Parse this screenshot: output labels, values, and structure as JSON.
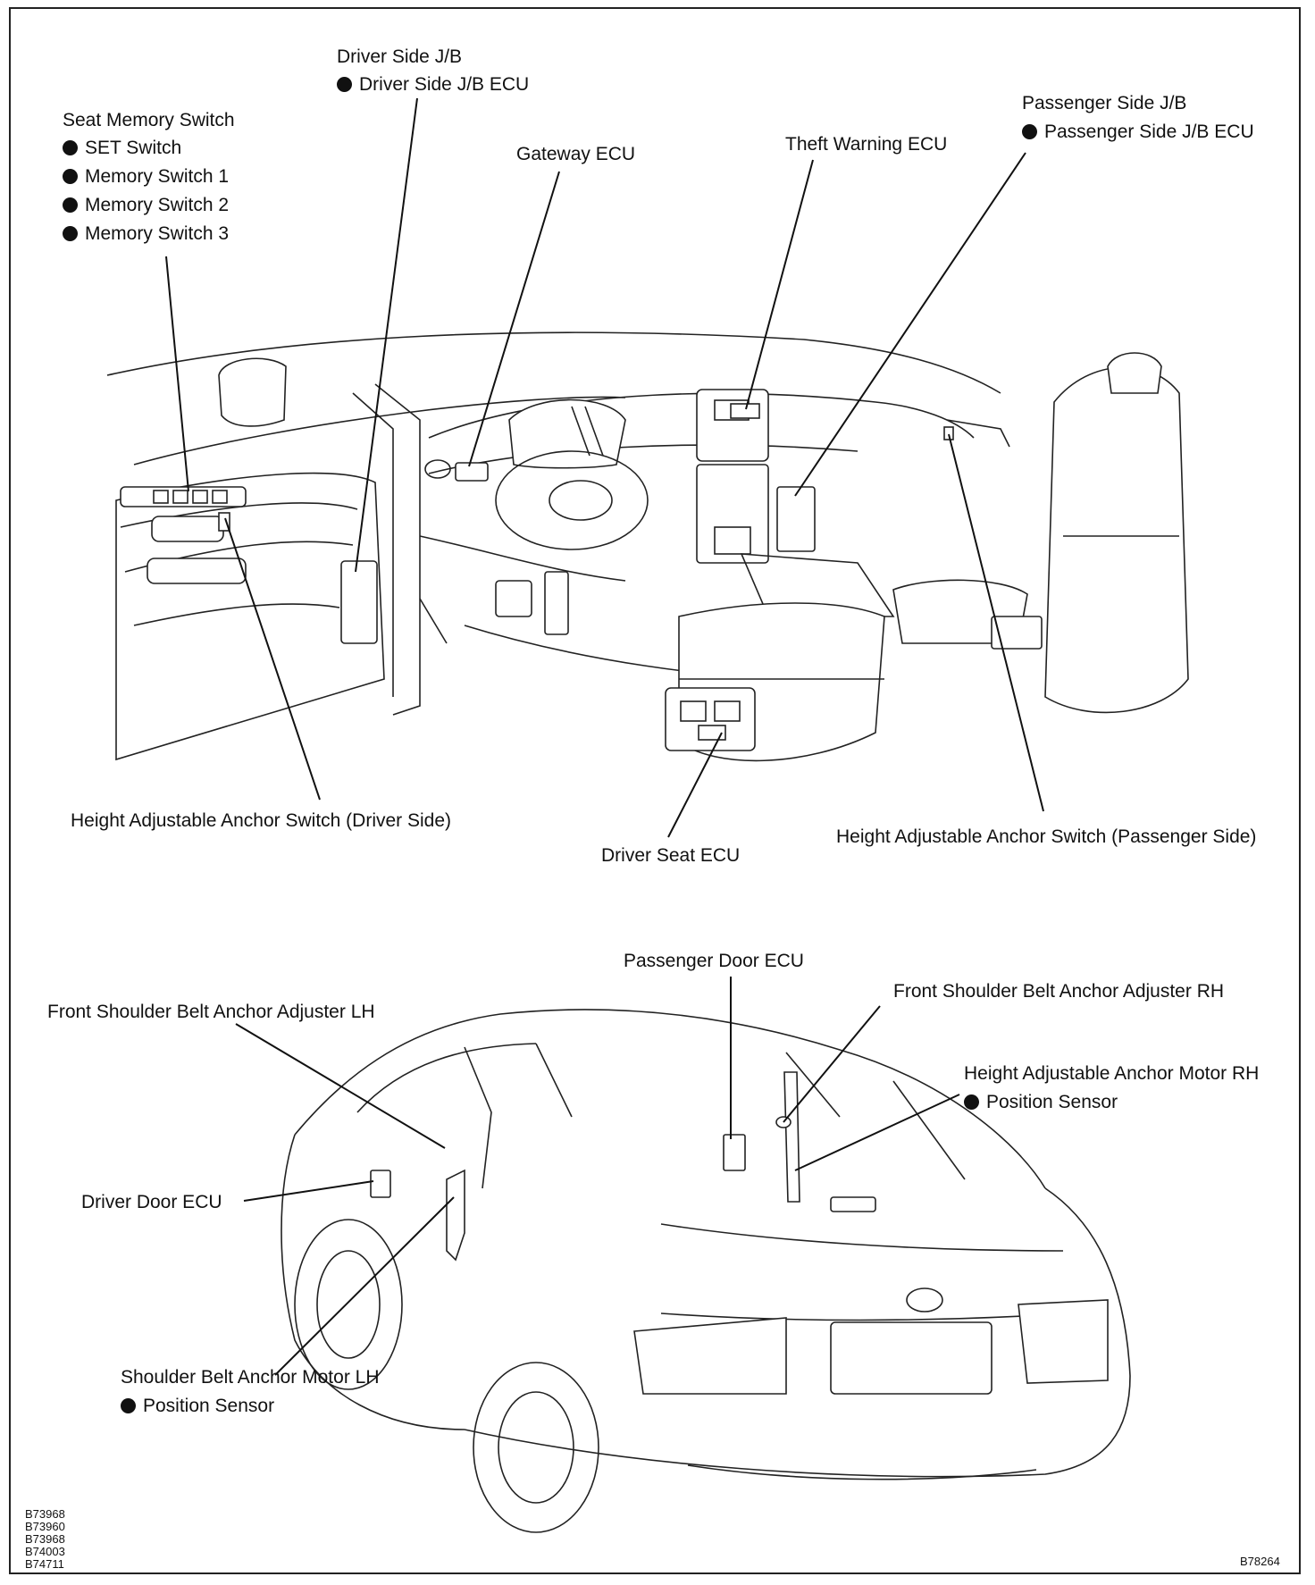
{
  "labels": {
    "driver_jb": "Driver Side J/B",
    "driver_jb_ecu": "Driver Side J/B ECU",
    "seat_memory_switch": "Seat Memory Switch",
    "set_switch": "SET Switch",
    "memory_switch_1": "Memory Switch 1",
    "memory_switch_2": "Memory Switch 2",
    "memory_switch_3": "Memory Switch 3",
    "gateway_ecu": "Gateway ECU",
    "theft_warning_ecu": "Theft Warning ECU",
    "passenger_jb": "Passenger Side J/B",
    "passenger_jb_ecu": "Passenger Side J/B ECU",
    "height_anchor_switch_driver": "Height Adjustable Anchor Switch (Driver Side)",
    "driver_seat_ecu": "Driver Seat ECU",
    "height_anchor_switch_passenger": "Height Adjustable Anchor Switch (Passenger Side)",
    "passenger_door_ecu": "Passenger Door ECU",
    "front_belt_adjuster_lh": "Front Shoulder Belt Anchor Adjuster LH",
    "front_belt_adjuster_rh": "Front Shoulder Belt Anchor Adjuster RH",
    "height_anchor_motor_rh": "Height Adjustable Anchor Motor RH",
    "position_sensor_rh": "Position Sensor",
    "driver_door_ecu": "Driver Door ECU",
    "shoulder_belt_motor_lh": "Shoulder Belt Anchor Motor LH",
    "position_sensor_lh": "Position Sensor"
  },
  "codes": {
    "left": [
      "B73968",
      "B73960",
      "B73968",
      "B74003",
      "B74711"
    ],
    "right": "B78264"
  }
}
